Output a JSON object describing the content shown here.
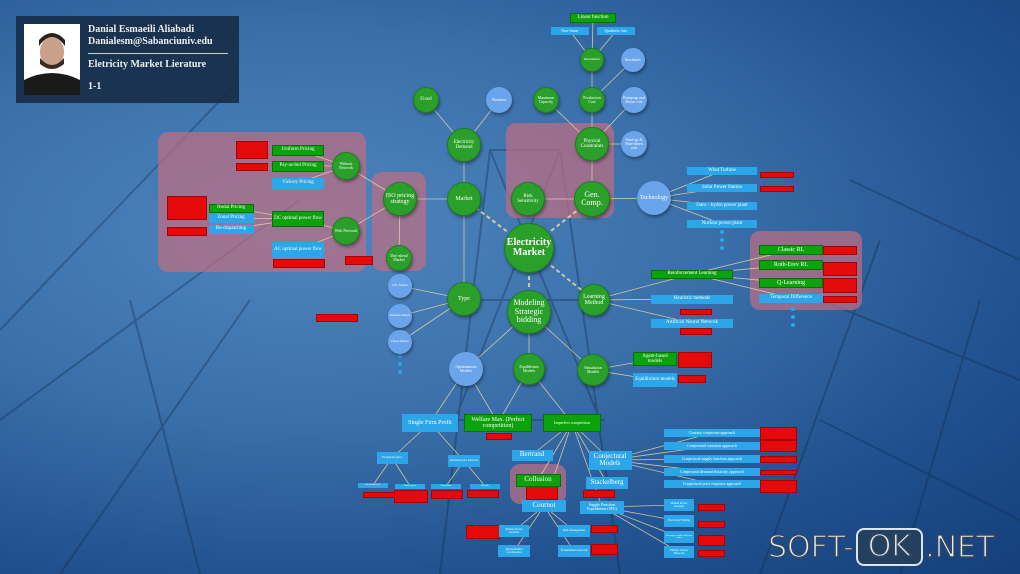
{
  "header": {
    "name": "Danial Esmaeili Aliabadi",
    "email": "Danialesm@Sabanciuniv.edu",
    "title": "Eletricity Market Lierature",
    "page": "1-1"
  },
  "watermark": {
    "left": "SOFT-",
    "box": "OK",
    "right": ".NET"
  },
  "colors": {
    "green": "#2aa02a",
    "blue": "#2ba6e8",
    "light_blue": "#6aa4ea",
    "note_red": "#e40a0a",
    "region": "#be6e82"
  },
  "nodes": {
    "em": "Electricity Market",
    "market": "Market",
    "demand": "Electricity Demand",
    "fixed": "Fixed",
    "random": "Random",
    "gen": "Gen. Comp.",
    "risk": "Risk Sensitivity",
    "phys": "Physical Constraints",
    "maxcap": "Maximum Capacity",
    "prodcost": "Production Cost",
    "determ": "Deterministic",
    "stoch": "Stochastic",
    "ramp": "Ramp-up and Down cost",
    "startup": "Start-up & Shut-down cost",
    "tech": "Technology",
    "iso": "ISO pricing strategy",
    "without": "Without Network",
    "with": "With Network",
    "dayahead": "Day-ahead Market",
    "type": "Type",
    "otc": "OTC Market",
    "realtime": "Realtime Market",
    "future": "Future Market",
    "msb": "Modeling Strategic bidding",
    "learn": "Learning Method",
    "optm": "Optimization Models",
    "eqm": "Equilibrium Models",
    "simm": "Simulation Models",
    "linear": "Linear function",
    "nonlin": "Non-linear",
    "quad": "Quadratic fun.",
    "uniform": "Uniform Pricing",
    "payasbid": "Pay-as-bid Pricing",
    "vickrey": "Vickrey Pricing",
    "nodal": "Nodal Pricing",
    "zonal": "Zonal Pricing",
    "redisp": "Re-dispatching",
    "dcopf": "DC optimal power flow",
    "acopf": "AC optimal power flow",
    "wind": "Wind Turbine",
    "solar": "Solar Power Station",
    "dam": "Dam – hydro power plant",
    "nuclear": "Nuclear power plant",
    "classic": "Classic RL",
    "roth": "Roth-Erev RL",
    "qlearn": "Q-Learning",
    "td": "Temporal Difference",
    "rl": "Reinforcement Learning",
    "heur": "Heuristic methods",
    "ann": "Artificial Neural Network",
    "agent": "Agent-based models",
    "eqmodels": "Equilibrium models",
    "single": "Single Firm Profit",
    "welfare": "Welfare Max. (Perfect competition)",
    "imperfect": "Imperfect competition",
    "bertrand": "Bertrand",
    "conj": "Conjectural Models",
    "collusion": "Collusion",
    "stack": "Stackelberg",
    "cournot": "Cournot",
    "sfe": "Supply Function Equilibrium (SFE)",
    "exog": "Exogenous price",
    "demprice": "Demand-price function",
    "dp1": "Deterministic price",
    "sp1": "Stochastic price",
    "d2": "Deterministic",
    "s2": "Stochastic",
    "cca": "Cournot conjecture approach",
    "cva": "Conjectural variation approach",
    "csfa": "Conjectural supply function approach",
    "cdea": "Conjectural demand elasticity approach",
    "cpra": "Conjectural price response approach",
    "mpa2": "Market Power Analysis",
    "ep": "Electricity Pricing",
    "isfe": "Inter-supply feasible equilibrium studies",
    "epn": "Electric Power Network",
    "mpa1": "Market Power Analysis",
    "riskm": "Risk Management",
    "hydro": "Hydrothermal coordination",
    "trans": "Transmission network"
  }
}
